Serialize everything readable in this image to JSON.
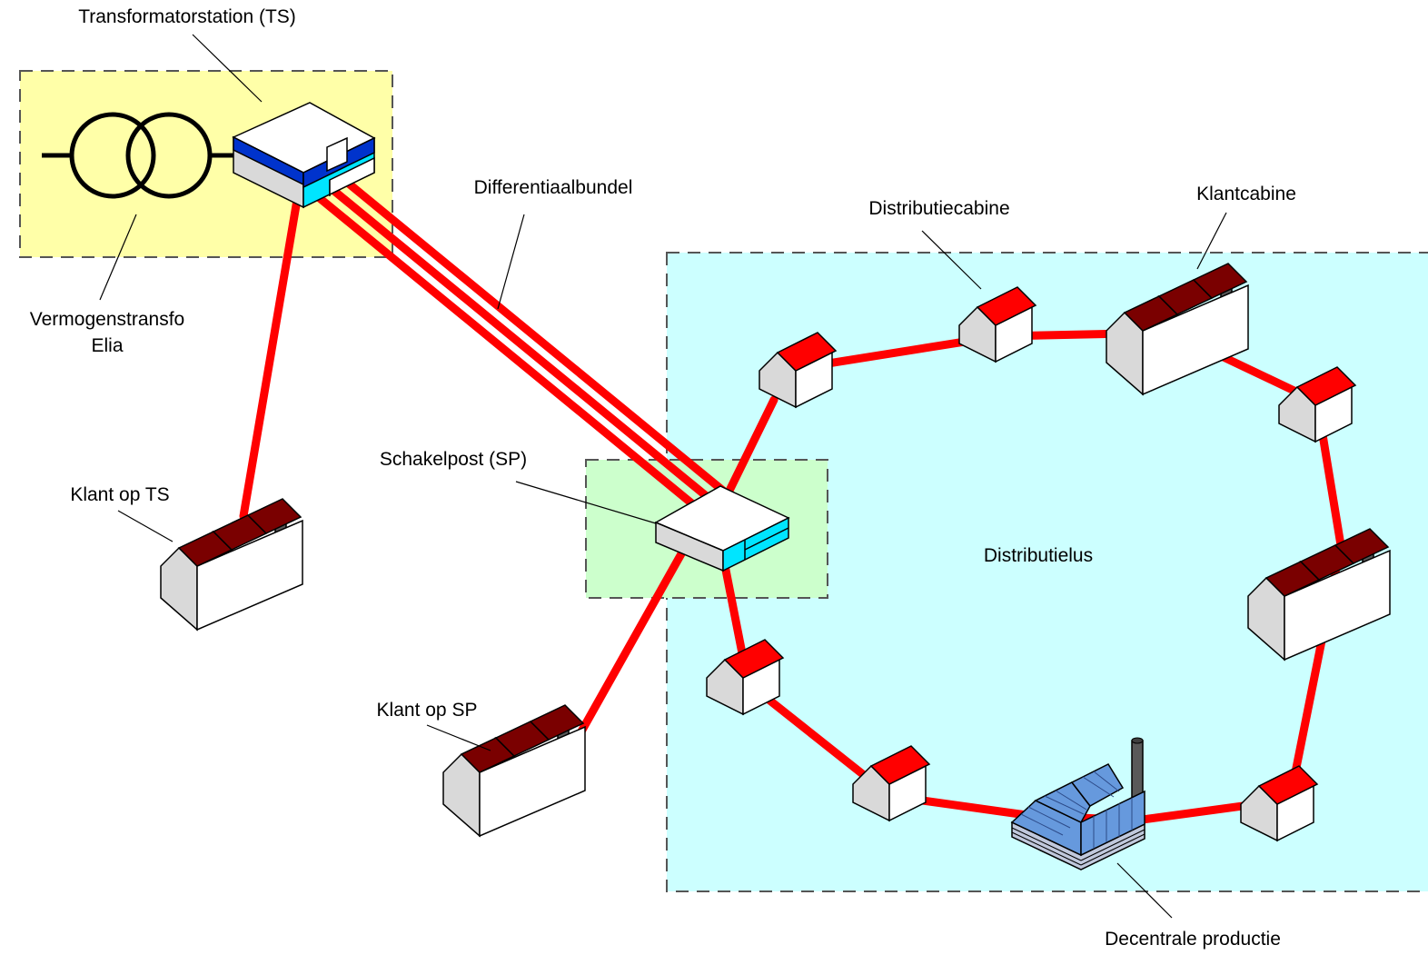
{
  "labels": {
    "ts": "Transformatorstation (TS)",
    "bundle": "Differentiaalbundel",
    "distcabine": "Distributiecabine",
    "klantcabine": "Klantcabine",
    "transfo_line1": "Vermogenstransfo",
    "transfo_line2": "Elia",
    "klant_ts": "Klant op TS",
    "sp": "Schakelpost (SP)",
    "distlus": "Distributielus",
    "klant_sp": "Klant op SP",
    "decentraal": "Decentrale productie"
  },
  "colors": {
    "cable": "#ff0000",
    "ts_zone": "#ffffa8",
    "sp_zone": "#ccffcc",
    "loop_zone": "#ccffff",
    "roof": "#ff0000",
    "factory_roof": "#7a0000",
    "station_blue": "#0033cc",
    "station_cyan": "#00e5ff",
    "solar": "#6699dd"
  }
}
